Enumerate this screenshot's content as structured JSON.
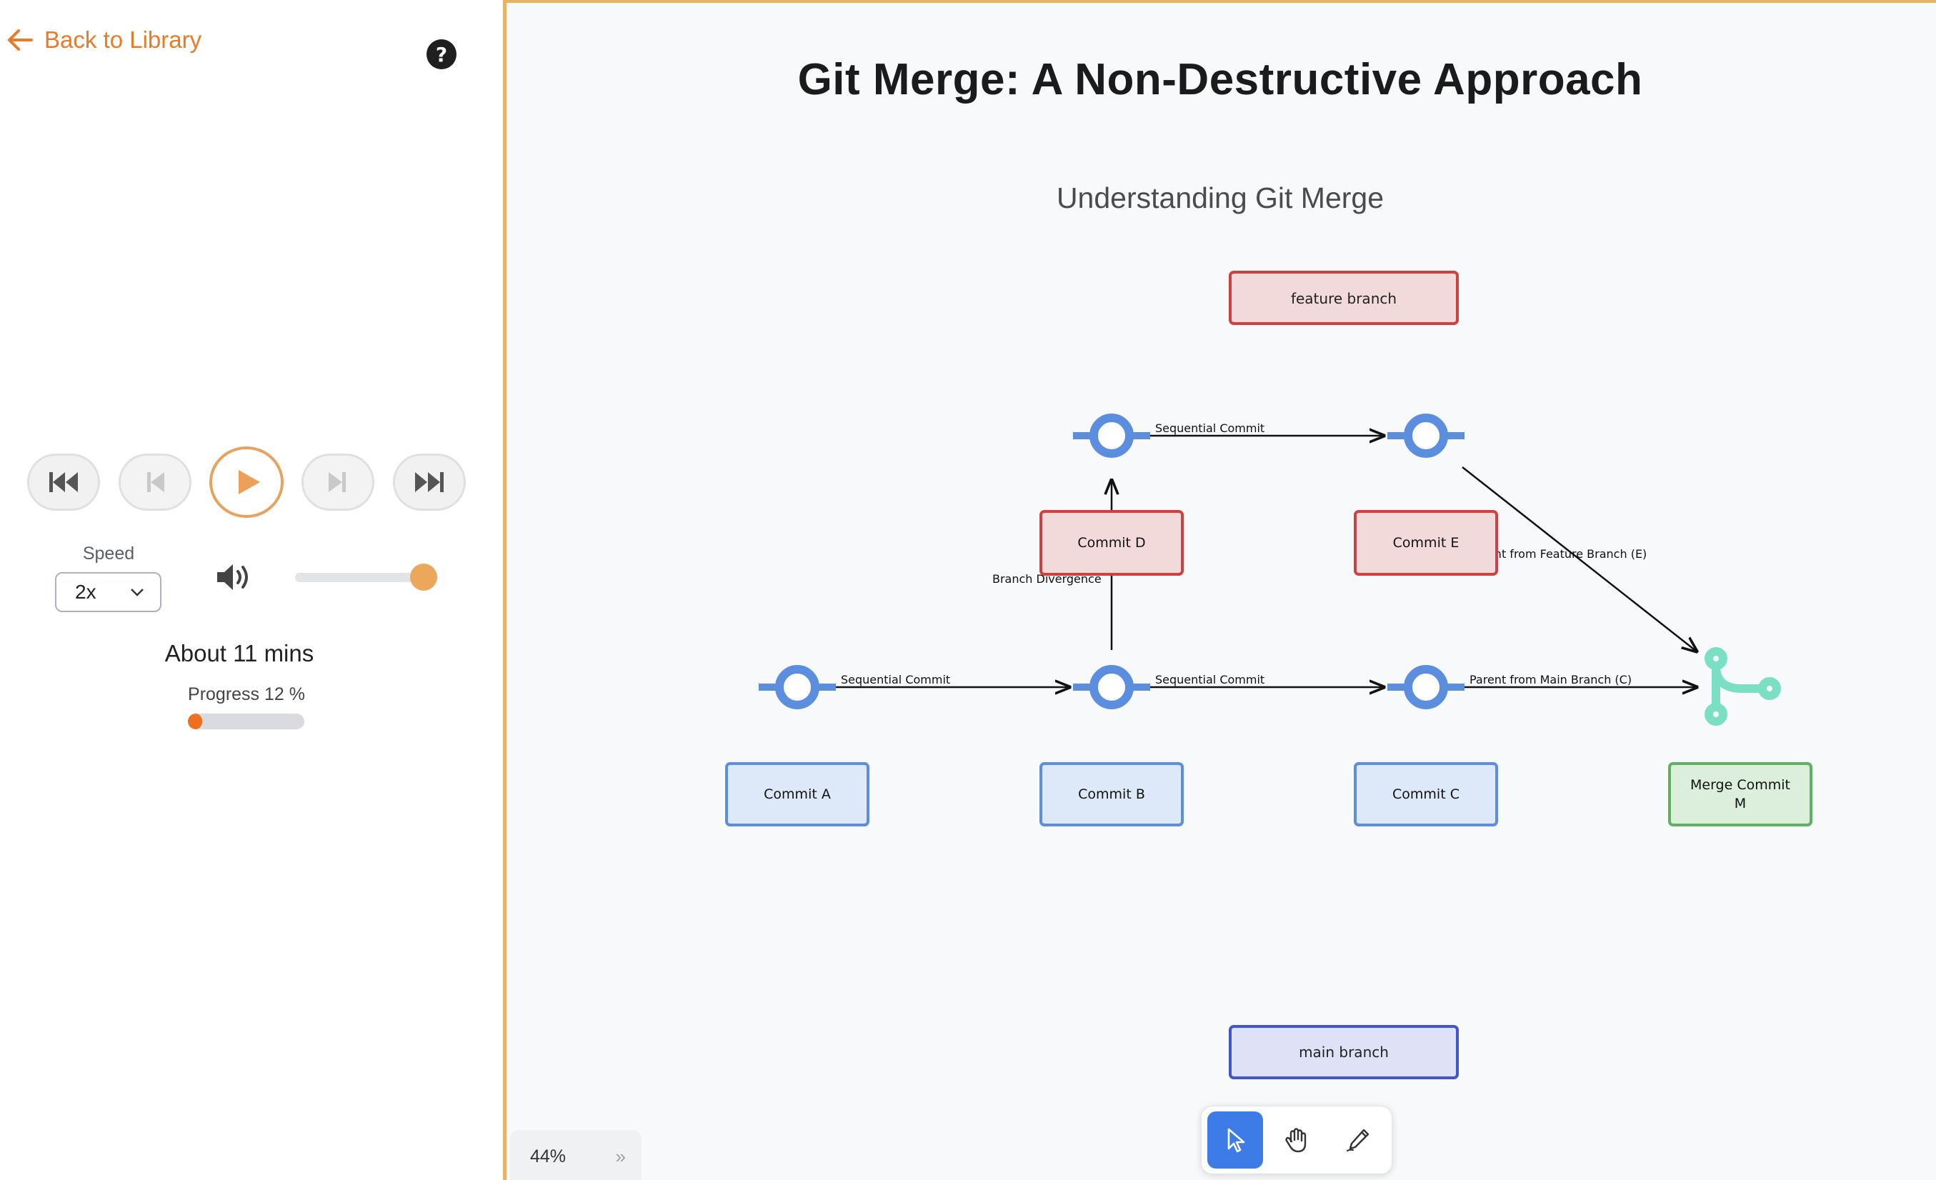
{
  "sidebar": {
    "back_label": "Back to Library",
    "help_symbol": "?",
    "speed_label": "Speed",
    "speed_value": "2x",
    "speed_options": [
      "2x"
    ],
    "volume_level": 0.9,
    "duration": "About 11 mins",
    "progress_text": "Progress 12 %",
    "progress_percent": 12,
    "icons": [
      "arrow-left-icon",
      "help-icon",
      "skip-to-start-icon",
      "previous-icon",
      "play-icon",
      "next-icon",
      "skip-to-end-icon",
      "chevron-down-icon",
      "volume-icon"
    ]
  },
  "colors": {
    "accent": "#ea7a26",
    "accent_border": "#e8b366",
    "commit_node": "#5b8ede",
    "merge_icon": "#7be0c3",
    "tool_active": "#3d7be6"
  },
  "canvas": {
    "title": "Git Merge: A Non-Destructive Approach",
    "subtitle": "Understanding Git Merge",
    "zoom": "44%",
    "collapse_symbol": "»",
    "tools": [
      "pointer-icon",
      "hand-icon",
      "pen-icon"
    ]
  },
  "diagram": {
    "branch_labels": {
      "feature": "feature branch",
      "main": "main branch"
    },
    "commits": {
      "a": "Commit A",
      "b": "Commit B",
      "c": "Commit C",
      "d": "Commit D",
      "e": "Commit E",
      "merge_line1": "Merge Commit",
      "merge_line2": "M"
    },
    "edges": {
      "sequential": "Sequential Commit",
      "divergence": "Branch Divergence",
      "parent_main": "Parent from Main Branch (C)",
      "parent_feature": "Parent from Feature Branch (E)"
    }
  }
}
